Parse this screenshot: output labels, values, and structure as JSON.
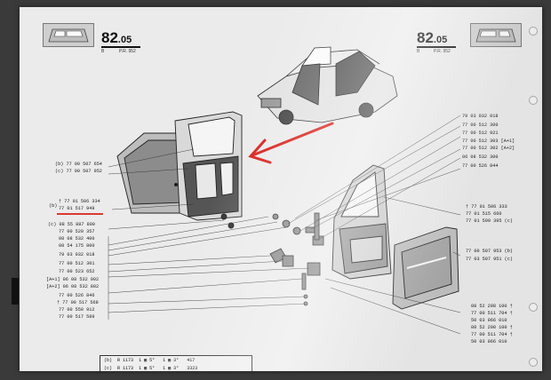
{
  "header_left": {
    "number": "82",
    "decimal": ".05",
    "sub_b": "B",
    "sub_pr": "P.R. 952"
  },
  "header_right": {
    "number": "82",
    "decimal": ".05",
    "sub_b": "B",
    "sub_pr": "P.R. 952"
  },
  "left_refs": {
    "b_code": "(b) 77 00 507 654",
    "c_code": "(c) 77 00 507 952",
    "b_label": "(b)",
    "b_bracket": [
      "† 77 01 506 334",
      "77 01 517 949"
    ],
    "list": [
      "(c) 08 55 887 800",
      "77 00 520 357",
      "08 08 532 400",
      "08 54 175 800",
      "79 03 032 018",
      "77 00 512 301",
      "77 00 523 652",
      "[A+1] 06 08 532 902",
      "[A+2] 06 08 532 802",
      "77 00 526 846",
      "† 77 00 517 568",
      "77 00 550 912",
      "77 00 517 589"
    ]
  },
  "right_refs": {
    "top_list": [
      "79 03 032 018",
      "77 00 512 300",
      "77 00 512 921",
      "77 00 512 303 [A+1]",
      "77 00 512 302 [A+2]",
      "06 08 532 300",
      "77 00 526 844"
    ],
    "door_codes": [
      "† 77 01 506 333",
      "77 01 515 660",
      "77 01 509 395 (c)"
    ],
    "panel_codes": [
      "77 00 507 953 (b)",
      "77 03 507 951 (c)"
    ],
    "bottom_list": [
      "08 52 298 100 †",
      "77 00 511 704 †",
      "50 03 066 010",
      "08 52 298 100 †",
      "77 00 511 704 †",
      "50 03 066 010"
    ]
  },
  "footer": {
    "rows": [
      {
        "prefix": "(b)",
        "model": "R 1173",
        "a": "1",
        "b": "5°",
        "c": "1",
        "d": "3°",
        "val": "417"
      },
      {
        "prefix": "(c)",
        "model": "R 1173",
        "a": "1",
        "b": "5°",
        "c": "1",
        "d": "3°",
        "val": "3323"
      }
    ]
  },
  "colors": {
    "annotation_red": "#d8201a",
    "paper": "#ebebeb",
    "ink": "#1b1b1b"
  }
}
